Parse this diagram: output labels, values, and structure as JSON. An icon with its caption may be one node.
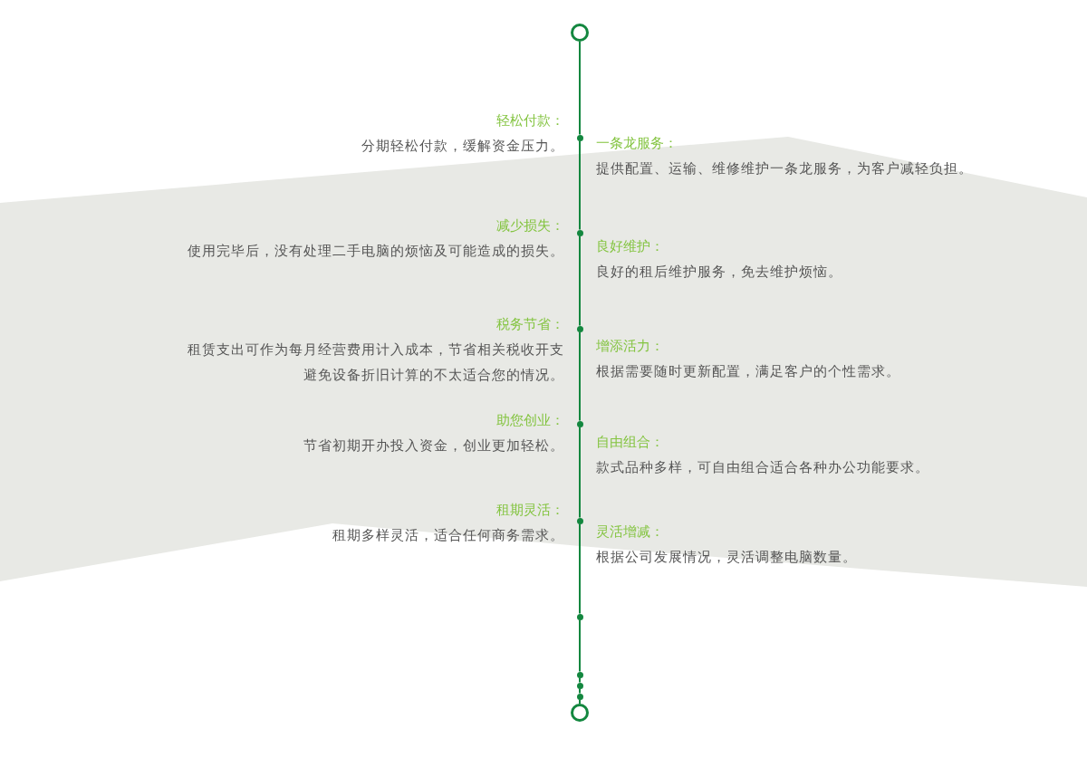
{
  "diagram": {
    "nodes": [
      {
        "text": [],
        "shape": "circle"
      },
      {
        "text": [],
        "shape": "dot",
        "beside": [
          "轻松付款：",
          "分期轻松付款，缓解资金压力。",
          "一条龙服务：",
          "提供配置、运输、维修维护一条龙服务，为客户减轻负担。"
        ]
      },
      {
        "text": [],
        "shape": "dot",
        "beside": [
          "减少损失：",
          "使用完毕后，没有处理二手电脑的烦恼及可能造成的损失。",
          "良好维护：",
          "良好的租后维护服务，免去维护烦恼。"
        ]
      },
      {
        "text": [],
        "shape": "dot",
        "beside": [
          "税务节省：",
          "租赁支出可作为每月经营费用计入成本，节省相关税收开支避免设备折旧计算的不太适合您的情况。",
          "增添活力：",
          "根据需要随时更新配置，满足客户的个性需求。"
        ]
      },
      {
        "text": [],
        "shape": "dot",
        "beside": [
          "助您创业：",
          "节省初期开办投入资金，创业更加轻松。",
          "自由组合：",
          "款式品种多样，可自由组合适合各种办公功能要求。"
        ]
      },
      {
        "text": [],
        "shape": "dot",
        "beside": [
          "租期灵活：",
          "租期多样灵活，适合任何商务需求。",
          "灵活增减：",
          "根据公司发展情况，灵活调整电脑数量。"
        ]
      },
      {
        "text": [],
        "shape": "dot"
      },
      {
        "text": [],
        "shape": "dot"
      },
      {
        "text": [],
        "shape": "dot"
      },
      {
        "text": [],
        "shape": "dot"
      },
      {
        "text": [],
        "shape": "circle"
      }
    ],
    "edges": [
      {
        "from": 0,
        "to": 1,
        "arrow": "none"
      },
      {
        "from": 1,
        "to": 2,
        "arrow": "none"
      },
      {
        "from": 2,
        "to": 3,
        "arrow": "none"
      },
      {
        "from": 3,
        "to": 4,
        "arrow": "none"
      },
      {
        "from": 4,
        "to": 5,
        "arrow": "none"
      },
      {
        "from": 5,
        "to": 6,
        "arrow": "none"
      },
      {
        "from": 6,
        "to": 7,
        "arrow": "none"
      },
      {
        "from": 7,
        "to": 8,
        "arrow": "none"
      },
      {
        "from": 8,
        "to": 9,
        "arrow": "none"
      },
      {
        "from": 9,
        "to": 10,
        "arrow": "none"
      }
    ]
  }
}
